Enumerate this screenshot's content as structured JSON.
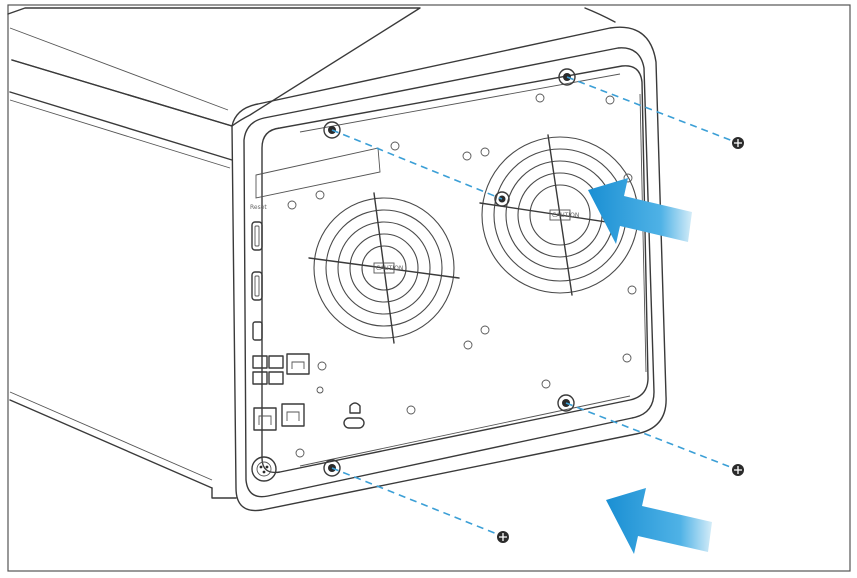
{
  "figure": {
    "description_free": true,
    "colors": {
      "outline": "#3a3a3a",
      "guide_line": "#3b9fd6",
      "arrow": "#1f95d6",
      "border": "#555555",
      "background": "#ffffff"
    },
    "icons": [
      "nas-enclosure",
      "rear-panel",
      "fan-grille",
      "screw",
      "direction-arrow",
      "lock-icon",
      "power-socket",
      "usb-port",
      "ethernet-port",
      "hdmi-port"
    ],
    "labels": {
      "reset_label": "Reset",
      "fan_label_1": "CAUTION",
      "fan_label_2": "CAUTION"
    }
  }
}
